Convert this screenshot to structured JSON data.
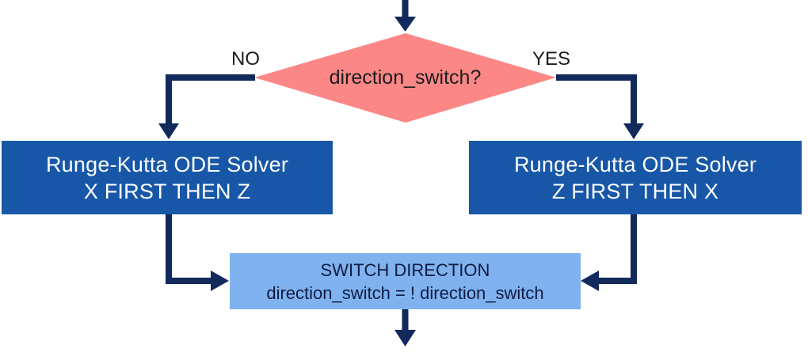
{
  "colors": {
    "background": "#ffffff",
    "arrow": "#12295c",
    "decision_fill": "#fb8787",
    "decision_text": "#1c1c1c",
    "branch_label_text": "#1c1c1c",
    "solver_box_fill": "#1857a8",
    "solver_box_text": "#ffffff",
    "switch_box_fill": "#7fb2ef",
    "switch_box_text": "#101c42"
  },
  "flowchart": {
    "decision": {
      "label": "direction_switch?"
    },
    "branches": {
      "no": "NO",
      "yes": "YES"
    },
    "solver_left": {
      "line1": "Runge-Kutta ODE Solver",
      "line2": "X FIRST THEN Z"
    },
    "solver_right": {
      "line1": "Runge-Kutta ODE Solver",
      "line2": "Z FIRST THEN X"
    },
    "switch_box": {
      "line1": "SWITCH DIRECTION",
      "line2": "direction_switch = ! direction_switch"
    }
  }
}
